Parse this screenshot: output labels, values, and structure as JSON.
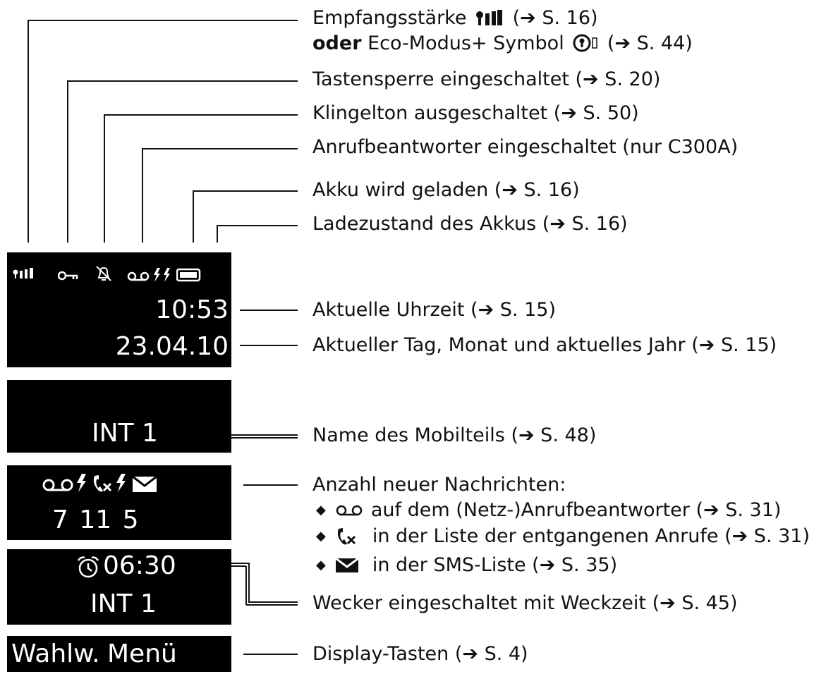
{
  "labels": {
    "signal": "Empfangsstärke",
    "signal_ref": "(➔ S. 16)",
    "or_word": "oder",
    "eco": "Eco-Modus+ Symbol",
    "eco_ref": "(➔ S. 44)",
    "keylock": "Tastensperre eingeschaltet (➔ S. 20)",
    "ringer_off": "Klingelton ausgeschaltet (➔ S. 50)",
    "answering_machine": "Anrufbeantworter eingeschaltet (nur C300A)",
    "charging": "Akku wird geladen (➔ S. 16)",
    "battery_level": "Ladezustand des Akkus (➔ S. 16)",
    "time": "Aktuelle Uhrzeit (➔ S. 15)",
    "date": "Aktueller Tag, Monat und aktuelles Jahr (➔ S. 15)",
    "handset_name": "Name des Mobilteils (➔ S. 48)",
    "new_messages": "Anzahl neuer Nachrichten:",
    "bullet_am": "auf dem (Netz-)Anrufbeantworter (➔ S. 31)",
    "bullet_missed": "in der Liste der entgangenen Anrufe (➔ S. 31)",
    "bullet_sms": "in der SMS-Liste (➔ S. 35)",
    "alarm": "Wecker eingeschaltet mit Weckzeit (➔ S. 45)",
    "display_keys": "Display-Tasten (➔ S. 4)"
  },
  "screens": {
    "status": {
      "time": "10:53",
      "date": "23.04.10"
    },
    "idle": {
      "name": "INT 1"
    },
    "messages": {
      "counts": "7 11 5"
    },
    "alarm": {
      "time": "06:30",
      "name": "INT 1"
    },
    "softkeys": {
      "left": "Wahlw.",
      "right": "Menü"
    }
  },
  "icons": {
    "status_bar": [
      "signal-icon",
      "key-icon",
      "bell-off-icon",
      "answering-machine-icon",
      "charging-icon",
      "battery-icon"
    ],
    "messages_bar": [
      "answering-machine-icon",
      "charging-icon",
      "missed-call-icon",
      "charging-icon",
      "envelope-icon"
    ],
    "alarm": "alarm-clock-icon"
  }
}
